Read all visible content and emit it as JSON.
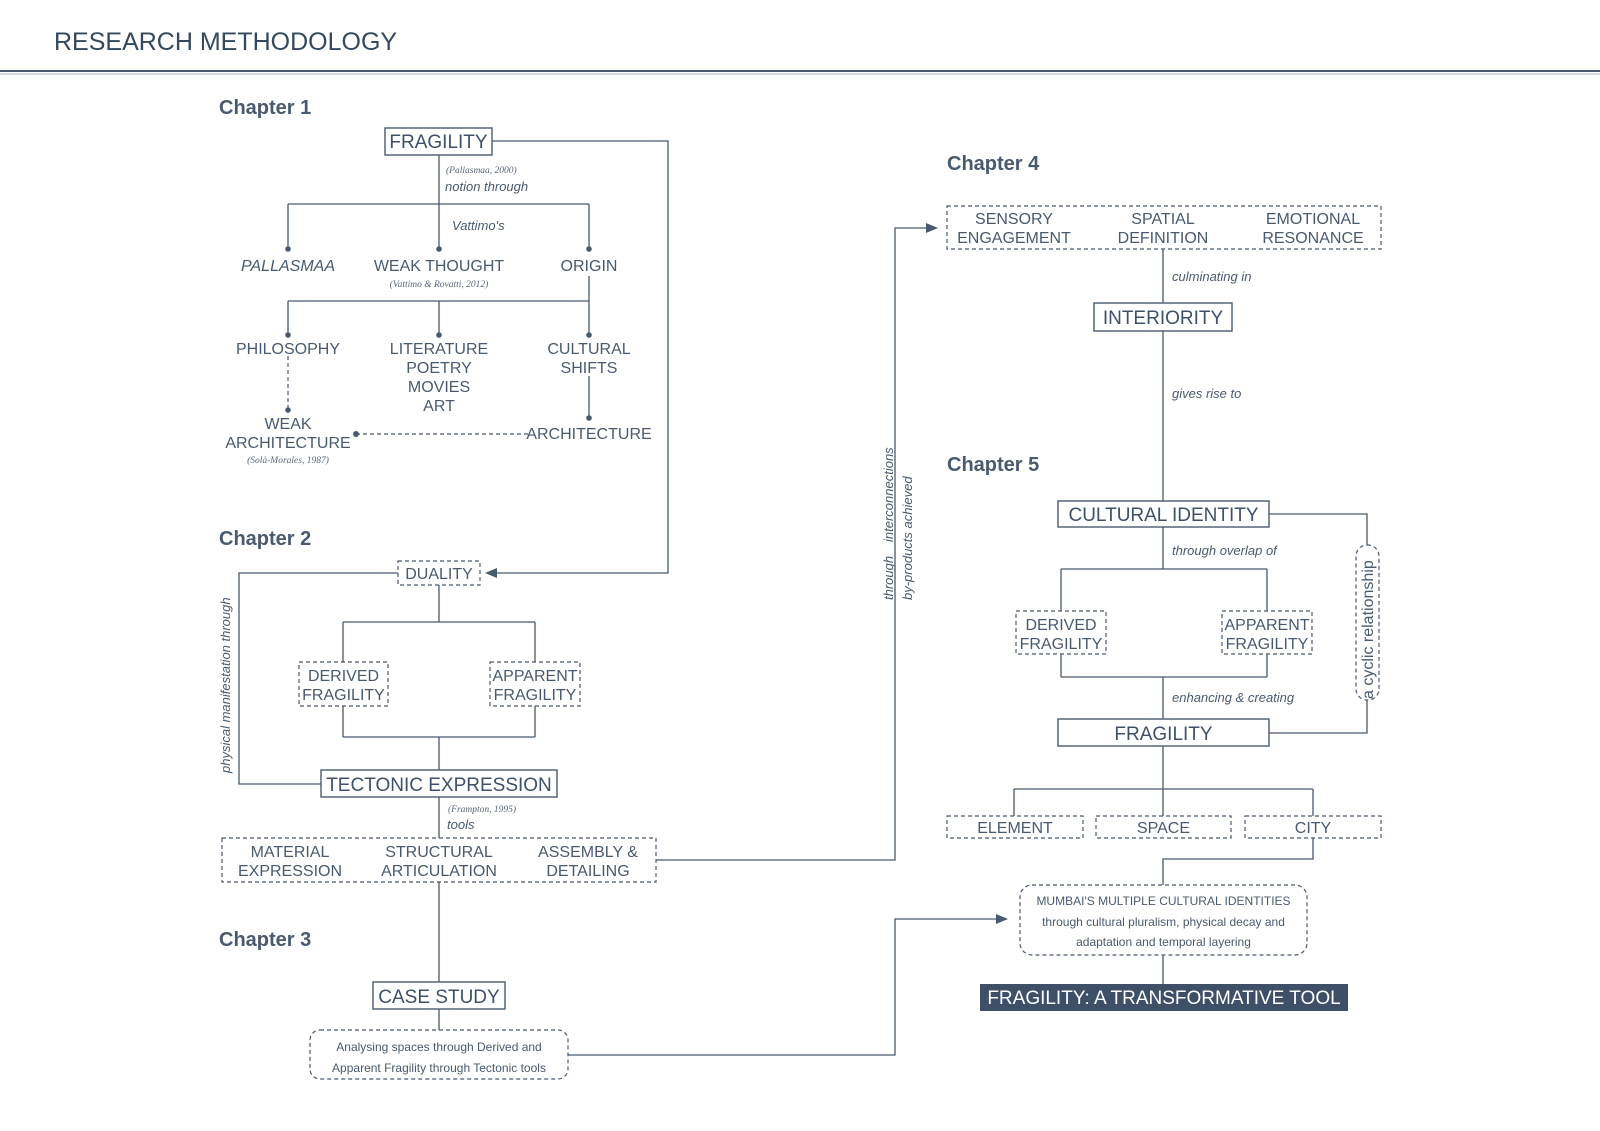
{
  "title": "RESEARCH METHODOLOGY",
  "chapters": {
    "c1": "Chapter 1",
    "c2": "Chapter 2",
    "c3": "Chapter 3",
    "c4": "Chapter 4",
    "c5": "Chapter 5"
  },
  "ch1": {
    "fragility": "FRAGILITY",
    "cite_pallasmaa": "(Pallasmaa, 2000)",
    "notion_through": "notion through",
    "vattimos": "Vattimo's",
    "pallasmaa": "PALLASMAA",
    "weak_thought": "WEAK THOUGHT",
    "cite_vattimo": "(Vattimo & Rovatti, 2012)",
    "origin": "ORIGIN",
    "philosophy": "PHILOSOPHY",
    "lit1": "LITERATURE",
    "lit2": "POETRY",
    "lit3": "MOVIES",
    "lit4": "ART",
    "cult1": "CULTURAL",
    "cult2": "SHIFTS",
    "weak_arch1": "WEAK",
    "weak_arch2": "ARCHITECTURE",
    "cite_sola": "(Solà-Morales, 1987)",
    "architecture": "ARCHITECTURE"
  },
  "ch2": {
    "duality": "DUALITY",
    "derived1": "DERIVED",
    "derived2": "FRAGILITY",
    "apparent1": "APPARENT",
    "apparent2": "FRAGILITY",
    "physical": "physical manifestation through",
    "tectonic": "TECTONIC EXPRESSION",
    "cite_frampton": "(Frampton, 1995)",
    "tools": "tools",
    "mat1": "MATERIAL",
    "mat2": "EXPRESSION",
    "str1": "STRUCTURAL",
    "str2": "ARTICULATION",
    "asm1": "ASSEMBLY &",
    "asm2": "DETAILING"
  },
  "ch3": {
    "case_study": "CASE STUDY",
    "analysing1": "Analysing spaces through Derived and",
    "analysing2": "Apparent Fragility through Tectonic tools"
  },
  "middle": {
    "through": "through",
    "interconnections": "interconnections",
    "byproducts": "by-products achieved"
  },
  "ch4": {
    "sens1": "SENSORY",
    "sens2": "ENGAGEMENT",
    "spat1": "SPATIAL",
    "spat2": "DEFINITION",
    "emo1": "EMOTIONAL",
    "emo2": "RESONANCE",
    "culminating": "culminating in",
    "interiority": "INTERIORITY",
    "gives_rise": "gives rise to"
  },
  "ch5": {
    "cultural_identity": "CULTURAL IDENTITY",
    "overlap": "through overlap of",
    "derived1": "DERIVED",
    "derived2": "FRAGILITY",
    "apparent1": "APPARENT",
    "apparent2": "FRAGILITY",
    "cyclic": "a cyclic relationship",
    "enhancing": "enhancing & creating",
    "fragility": "FRAGILITY",
    "element": "ELEMENT",
    "space": "SPACE",
    "city": "CITY",
    "mumbai1": "MUMBAI'S MULTIPLE CULTURAL IDENTITIES",
    "mumbai2": "through cultural pluralism, physical decay and",
    "mumbai3": "adaptation and temporal layering",
    "final": "FRAGILITY: A TRANSFORMATIVE TOOL"
  },
  "colors": {
    "ink": "#4a5a6e",
    "title": "#34495e",
    "final_bg": "#3d5068"
  }
}
